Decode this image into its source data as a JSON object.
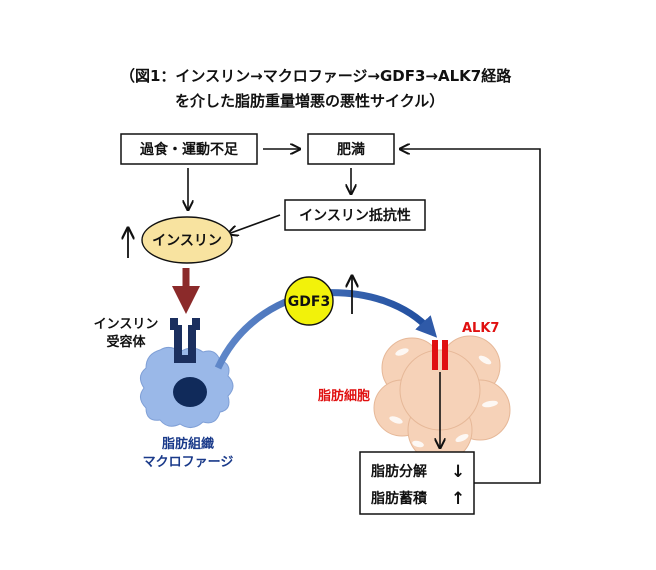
{
  "title": {
    "line1": "（図1：インスリン→マクロファージ→GDF3→ALK7経路",
    "line2": "を介した脂肪重量増悪の悪性サイクル）"
  },
  "nodes": {
    "overeating": "過食・運動不足",
    "obesity": "肥満",
    "insulin_resistance": "インスリン抵抗性",
    "insulin": "インスリン",
    "insulin_receptor_line1": "インスリン",
    "insulin_receptor_line2": "受容体",
    "gdf3": "GDF3",
    "alk7": "ALK7",
    "adipocyte": "脂肪細胞",
    "macrophage_line1": "脂肪組織",
    "macrophage_line2": "マクロファージ",
    "lipolysis": "脂肪分解",
    "fat_storage": "脂肪蓄積"
  },
  "indicators": {
    "lipolysis": "↓",
    "fat_storage": "↑"
  },
  "colors": {
    "insulin_fill": "#f8e3a0",
    "gdf3_fill": "#f2f20a",
    "alk7_red": "#e01010",
    "adipocyte_fill": "#f6d2b8",
    "macrophage_fill": "#9ab8e8",
    "macrophage_nucleus": "#102a5a",
    "receptor_navy": "#1b2f5e",
    "flow_blue": "#2f5aa8",
    "insulin_arrow": "#8b2a2a"
  }
}
